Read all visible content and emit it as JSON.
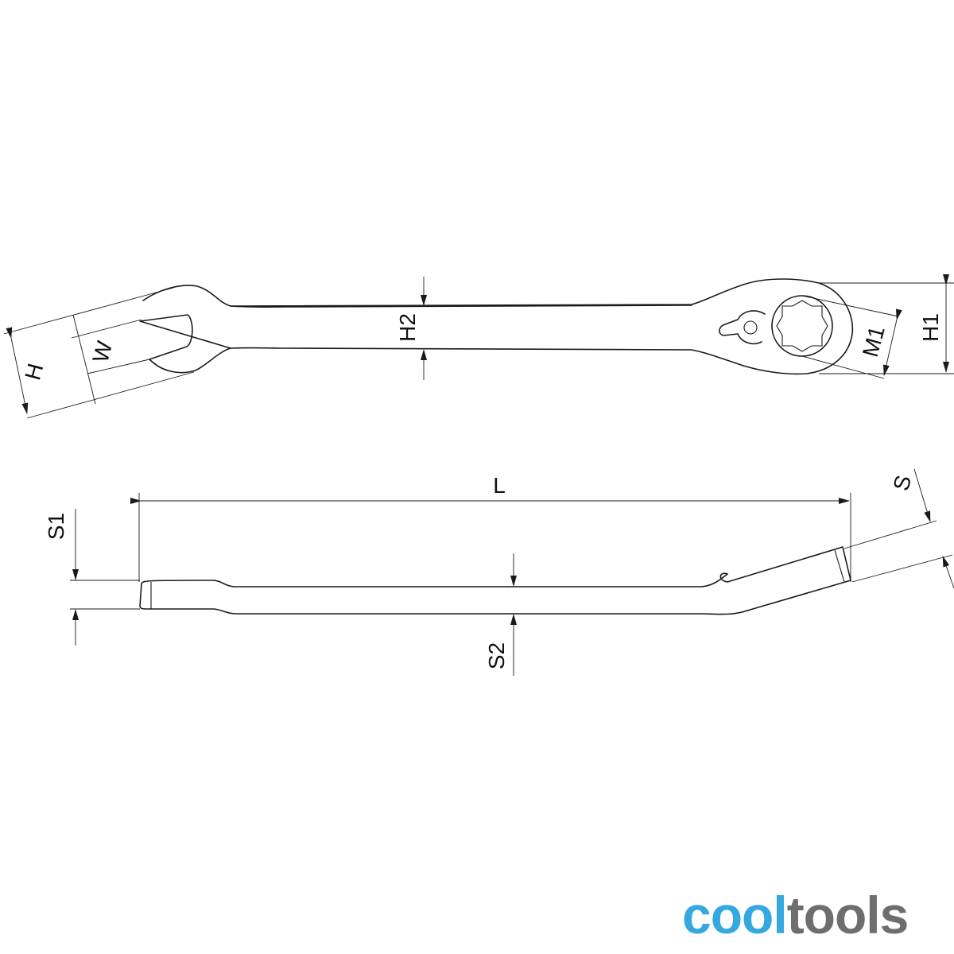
{
  "diagram": {
    "labels": {
      "H": "H",
      "W": "W",
      "H2": "H2",
      "M1": "M1",
      "H1": "H1",
      "L": "L",
      "S": "S",
      "S1": "S1",
      "S2": "S2"
    }
  },
  "brand": {
    "part1": "cool",
    "part2": "tools",
    "color1": "#35a8e0",
    "color2": "#6e6e6e"
  }
}
